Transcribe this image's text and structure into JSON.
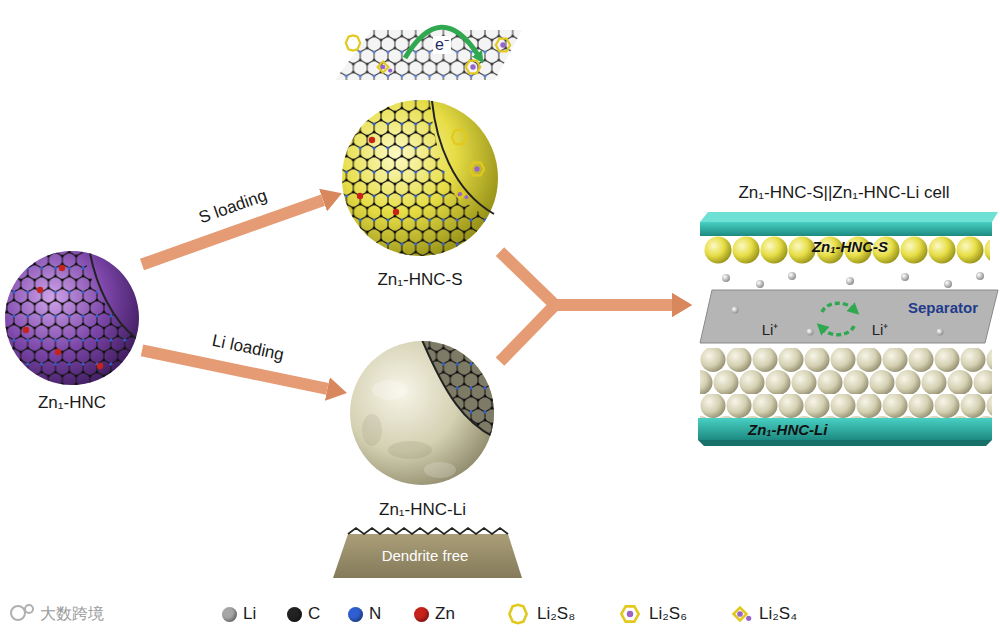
{
  "diagram": {
    "nodes": [
      {
        "text": [
          "Zn₁-HNC"
        ]
      },
      {
        "text": [
          "Zn₁-HNC-S"
        ]
      },
      {
        "text": [
          "Zn₁-HNC-Li"
        ]
      },
      {
        "text": [
          "Dendrite free"
        ]
      },
      {
        "text": [
          "Zn₁-HNC-S||Zn₁-HNC-Li cell"
        ]
      },
      {
        "text": [
          "Zn₁-HNC-S"
        ],
        "in": 4
      },
      {
        "text": [
          "Separator"
        ],
        "in": 4
      },
      {
        "text": [
          "Zn₁-HNC-Li"
        ],
        "in": 4
      }
    ],
    "edges": [
      {
        "from": 0,
        "to": 1,
        "arrow": "to",
        "label": "S loading"
      },
      {
        "from": 0,
        "to": 2,
        "arrow": "to",
        "label": "Li loading"
      },
      {
        "from": 1,
        "to": 4,
        "arrow": "to"
      },
      {
        "from": 2,
        "to": 4,
        "arrow": "to"
      }
    ],
    "labels": [
      "e⁻",
      "Li⁺",
      "Li⁺",
      "大数跨境"
    ],
    "legend": [
      {
        "text": "Li",
        "color": "#a6a6a6"
      },
      {
        "text": "C",
        "color": "#222222"
      },
      {
        "text": "N",
        "color": "#2f5fd0"
      },
      {
        "text": "Zn",
        "color": "#c8231b"
      },
      {
        "text": "Li₂S₈"
      },
      {
        "text": "Li₂S₆"
      },
      {
        "text": "Li₂S₄"
      }
    ]
  }
}
